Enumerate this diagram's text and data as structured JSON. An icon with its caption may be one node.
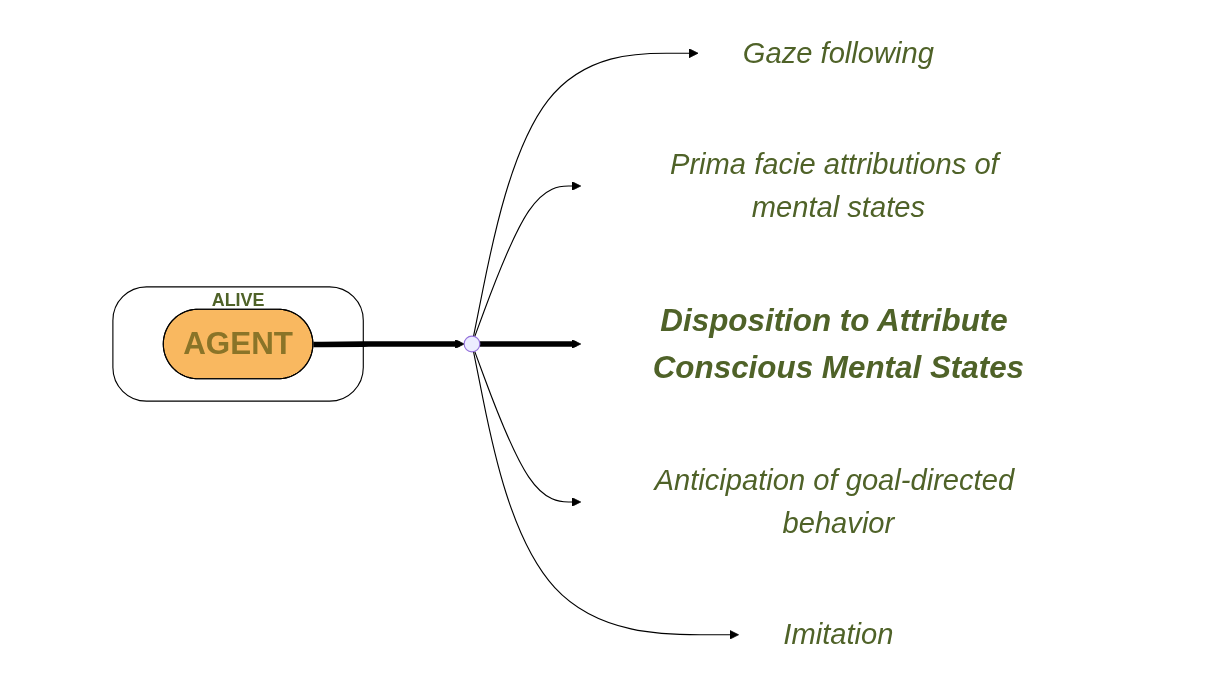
{
  "diagram": {
    "nodes": [
      {
        "text": [
          "ALIVE"
        ]
      },
      {
        "text": [
          "AGENT"
        ],
        "in": 0
      },
      {
        "text": [],
        "shape": "point"
      },
      {
        "text": [
          "Gaze following"
        ]
      },
      {
        "text": [
          "Prima facie attributions of mental states"
        ]
      },
      {
        "text": [
          "Disposition to Attribute Conscious Mental States"
        ]
      },
      {
        "text": [
          "Anticipation of goal-directed behavior"
        ]
      },
      {
        "text": [
          "Imitation"
        ]
      }
    ],
    "edges": [
      {
        "from": 1,
        "to": 2,
        "arrow": "to",
        "style": "thick"
      },
      {
        "from": 2,
        "to": 3,
        "arrow": "to"
      },
      {
        "from": 2,
        "to": 4,
        "arrow": "to"
      },
      {
        "from": 2,
        "to": 5,
        "arrow": "to",
        "style": "thick"
      },
      {
        "from": 2,
        "to": 6,
        "arrow": "to"
      },
      {
        "from": 2,
        "to": 7,
        "arrow": "to"
      }
    ]
  }
}
